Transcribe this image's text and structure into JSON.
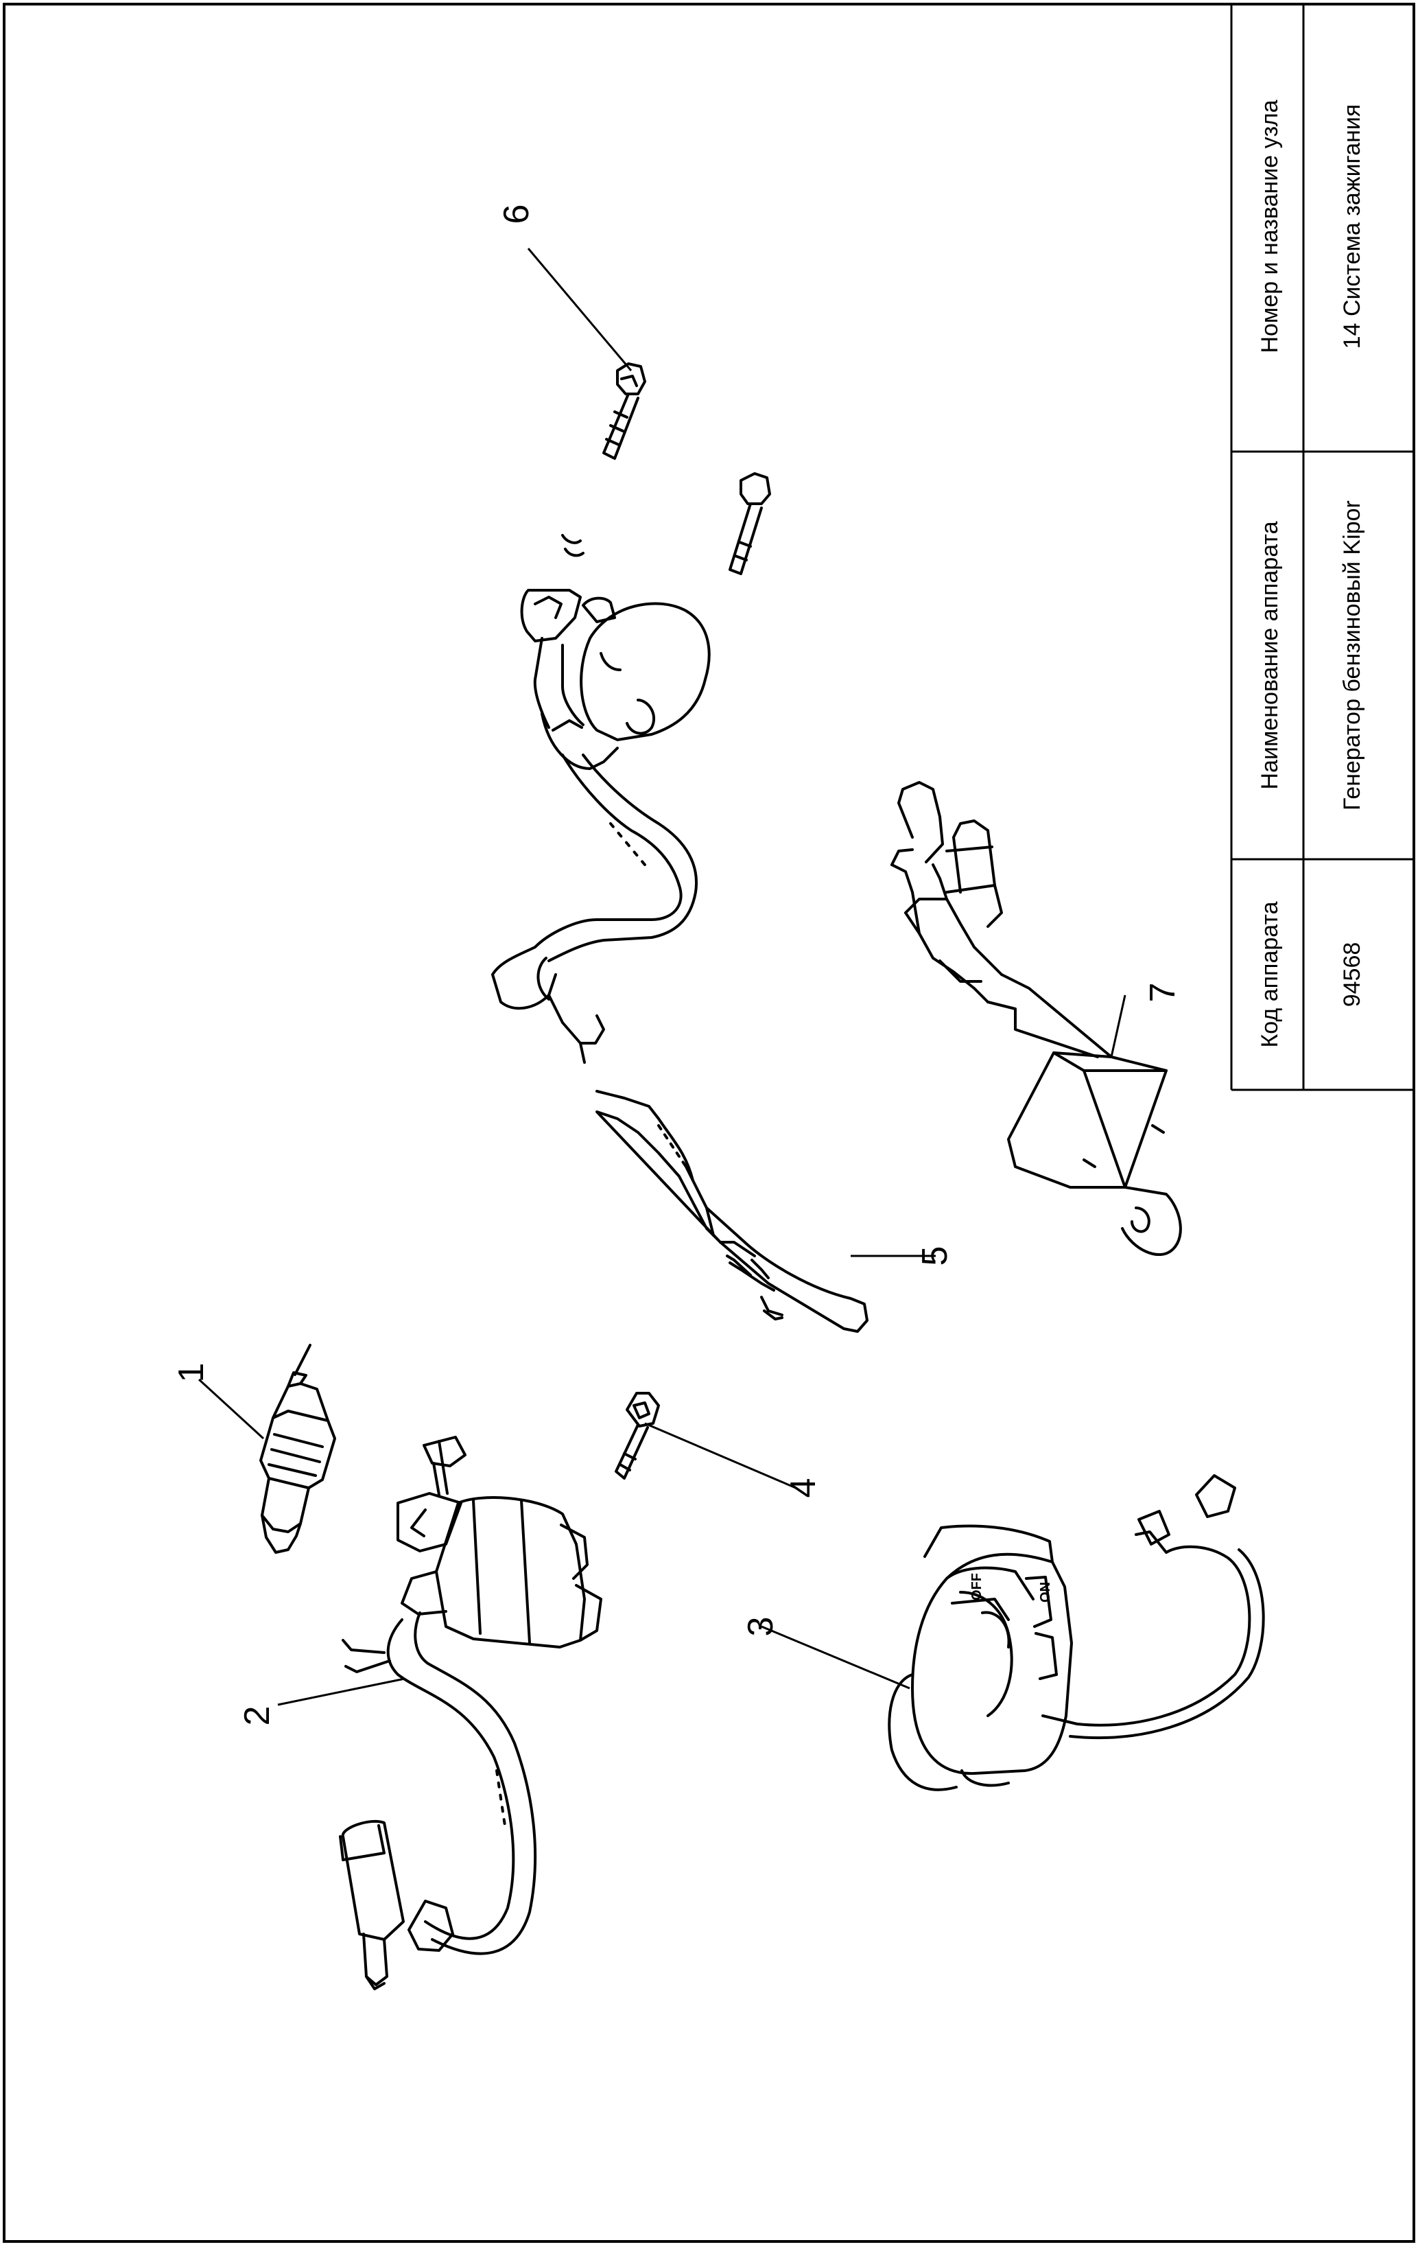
{
  "title_block": {
    "header_code": "Код аппарата",
    "header_device": "Наименование аппарата",
    "header_unit": "Номер и название узла",
    "value_code": "94568",
    "value_device": "Генератор бензиновый Kipor",
    "value_unit": "14 Система зажигания"
  },
  "callouts": {
    "c1": "1",
    "c2": "2",
    "c3": "3",
    "c4": "4",
    "c5": "5",
    "c6": "6",
    "c7": "7"
  },
  "switch_marks": {
    "off": "OFF",
    "on": "ON"
  }
}
